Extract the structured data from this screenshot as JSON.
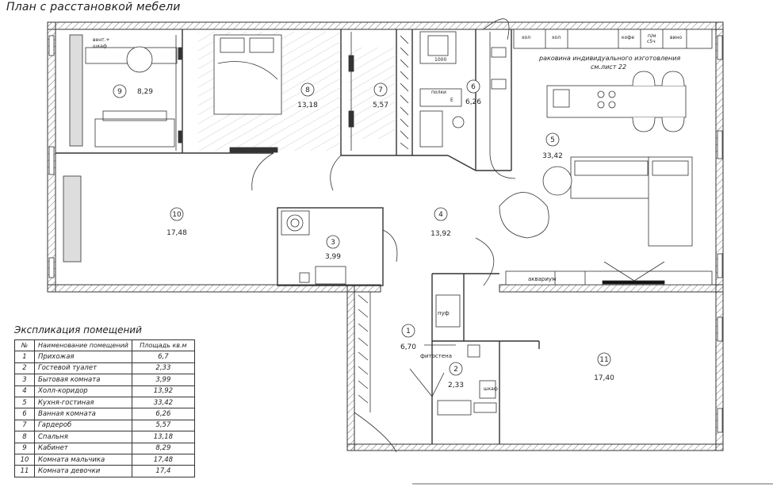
{
  "title": "План с расстановкой мебели",
  "rooms": [
    {
      "num": "1",
      "area": "6,70"
    },
    {
      "num": "2",
      "area": "2,33"
    },
    {
      "num": "3",
      "area": "3,99"
    },
    {
      "num": "4",
      "area": "13,92"
    },
    {
      "num": "5",
      "area": "33,42"
    },
    {
      "num": "6",
      "area": "6,26"
    },
    {
      "num": "7",
      "area": "5,57"
    },
    {
      "num": "8",
      "area": "13,18"
    },
    {
      "num": "9",
      "area": "8,29"
    },
    {
      "num": "10",
      "area": "17,48"
    },
    {
      "num": "11",
      "area": "17,40"
    }
  ],
  "labels": {
    "vent": "вент.+",
    "wardrobe": "шкаф",
    "hol1": "хол",
    "hol2": "хол",
    "coffee": "кофе",
    "dishwasher1": "п/м",
    "dishwasher2": "с5ч",
    "wine": "вино",
    "sink_note": "раковина индивидуального изготовления",
    "sheet_ref": "см.лист 22",
    "aquarium": "аквариум",
    "pouf": "пуф",
    "fito_wall": "фитостена",
    "shelf": "полки",
    "size": "1000",
    "mark": "Е",
    "cabinet": "шкаф"
  },
  "legend": {
    "title": "Экспликация помещений",
    "headers": [
      "№",
      "Наименование помещений",
      "Площадь кв.м"
    ],
    "rows": [
      [
        "1",
        "Прихожая",
        "6,7"
      ],
      [
        "2",
        "Гостевой туалет",
        "2,33"
      ],
      [
        "3",
        "Бытовая комната",
        "3,99"
      ],
      [
        "4",
        "Холл-коридор",
        "13,92"
      ],
      [
        "5",
        "Кухня-гостиная",
        "33,42"
      ],
      [
        "6",
        "Ванная комната",
        "6,26"
      ],
      [
        "7",
        "Гардероб",
        "5,57"
      ],
      [
        "8",
        "Спальня",
        "13,18"
      ],
      [
        "9",
        "Кабинет",
        "8,29"
      ],
      [
        "10",
        "Комната мальчика",
        "17,48"
      ],
      [
        "11",
        "Комната девочки",
        "17,4"
      ]
    ]
  }
}
